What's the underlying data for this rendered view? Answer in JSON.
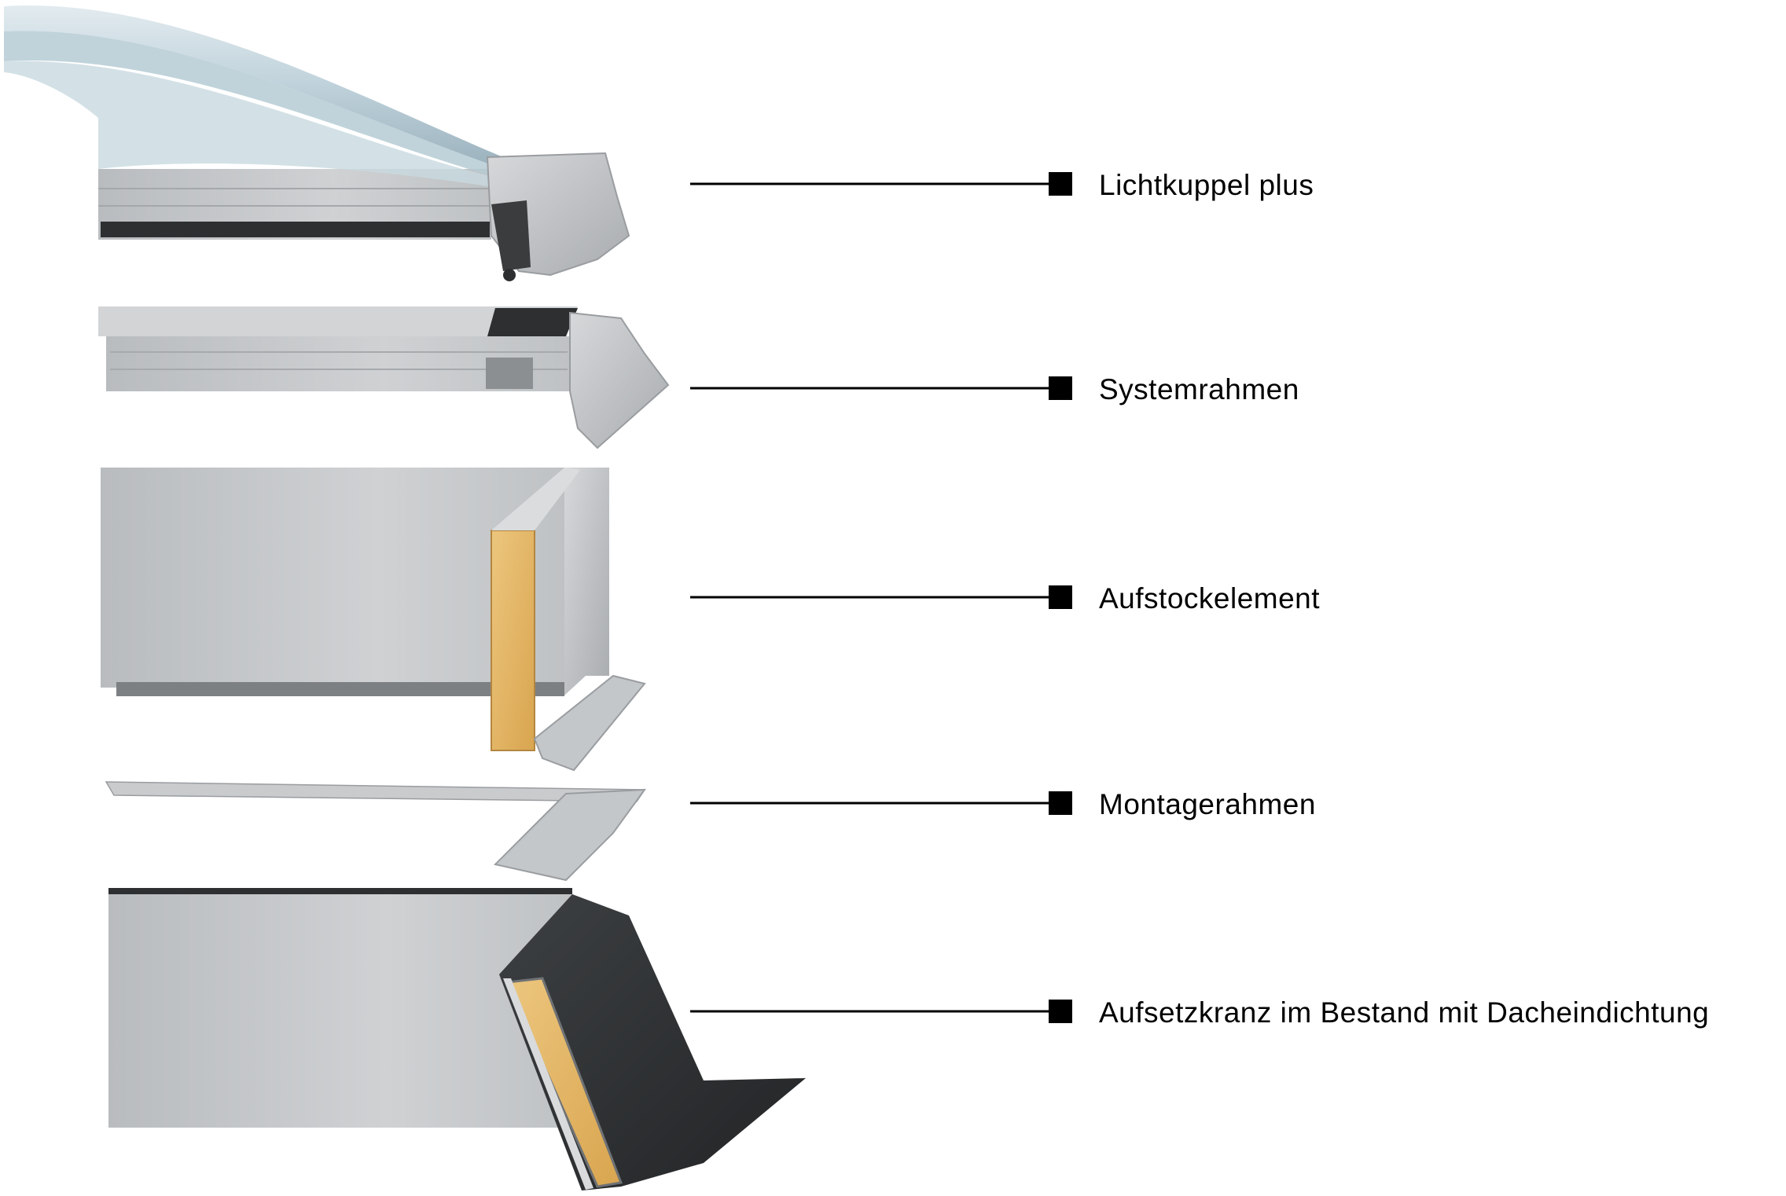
{
  "components": [
    {
      "id": "lichtkuppel",
      "label": "Lichtkuppel plus"
    },
    {
      "id": "systemrahmen",
      "label": "Systemrahmen"
    },
    {
      "id": "aufstockelement",
      "label": "Aufstockelement"
    },
    {
      "id": "montagerahmen",
      "label": "Montagerahmen"
    },
    {
      "id": "aufsetzkranz",
      "label": "Aufsetzkranz im Bestand mit Dacheindichtung"
    }
  ],
  "colors": {
    "background": "#ffffff",
    "line": "#000000",
    "aluminium": "#c8cacc",
    "aluminium_dark": "#9ea1a4",
    "glass": "#a9c4cf",
    "insulation": "#e3b86b",
    "membrane": "#2f3133"
  }
}
